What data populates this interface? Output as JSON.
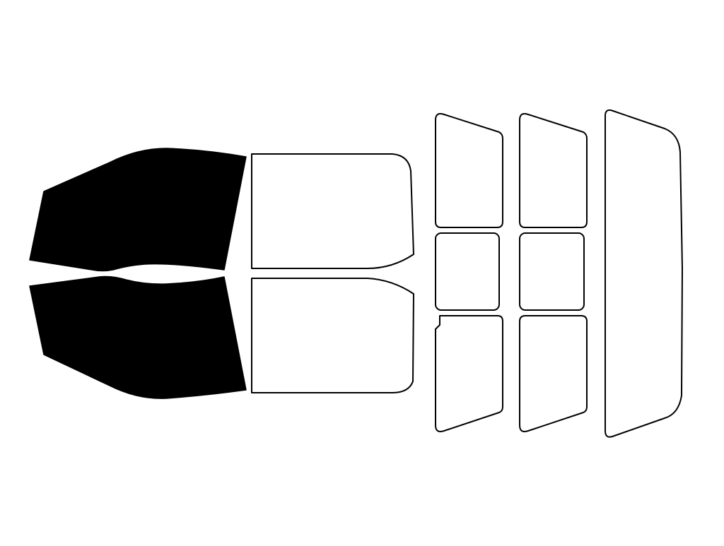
{
  "colors": {
    "background": "#ffffff",
    "stroke": "#000000",
    "tinted_fill": "#000000",
    "clear_fill": "#ffffff"
  },
  "panes": [
    {
      "id": "front-windshield-top",
      "tinted": true
    },
    {
      "id": "front-windshield-bottom",
      "tinted": true
    },
    {
      "id": "front-door-window-left",
      "tinted": false
    },
    {
      "id": "front-door-window-right",
      "tinted": false
    },
    {
      "id": "rear-door-window-top-1",
      "tinted": false
    },
    {
      "id": "rear-quarter-window-1",
      "tinted": false
    },
    {
      "id": "rear-door-window-bottom-1",
      "tinted": false
    },
    {
      "id": "rear-door-window-top-2",
      "tinted": false
    },
    {
      "id": "rear-quarter-window-2",
      "tinted": false
    },
    {
      "id": "rear-door-window-bottom-2",
      "tinted": false
    },
    {
      "id": "rear-windshield",
      "tinted": false
    }
  ]
}
